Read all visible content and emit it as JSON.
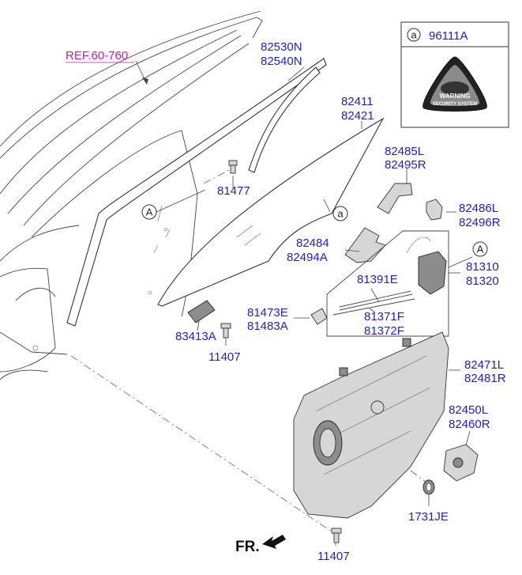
{
  "reference": "REF.60-760",
  "direction_label": "FR.",
  "legend_box": {
    "marker": "a",
    "part_number": "96111A",
    "label_line1": "WARNING",
    "label_line2": "SECURITY SYSTEM"
  },
  "view_markers": {
    "A": "A",
    "a": "a"
  },
  "callouts": {
    "glass_run": [
      "82530N",
      "82540N"
    ],
    "door_glass": [
      "82411",
      "82421"
    ],
    "bolt_81477": "81477",
    "bracket_upper": [
      "82485L",
      "82495R"
    ],
    "bracket_lower": [
      "82486L",
      "82496R"
    ],
    "plate": [
      "82484",
      "82494A"
    ],
    "latch": [
      "81310",
      "81320"
    ],
    "rod_upper": "81391E",
    "rod_lower": [
      "81371F",
      "81372F"
    ],
    "clip": [
      "81473E",
      "81483A"
    ],
    "pad": "83413A",
    "bolt_left": "11407",
    "regulator": [
      "82471L",
      "82481R"
    ],
    "motor": [
      "82450L",
      "82460R"
    ],
    "grommet": "1731JE",
    "bolt_bottom": "11407"
  }
}
